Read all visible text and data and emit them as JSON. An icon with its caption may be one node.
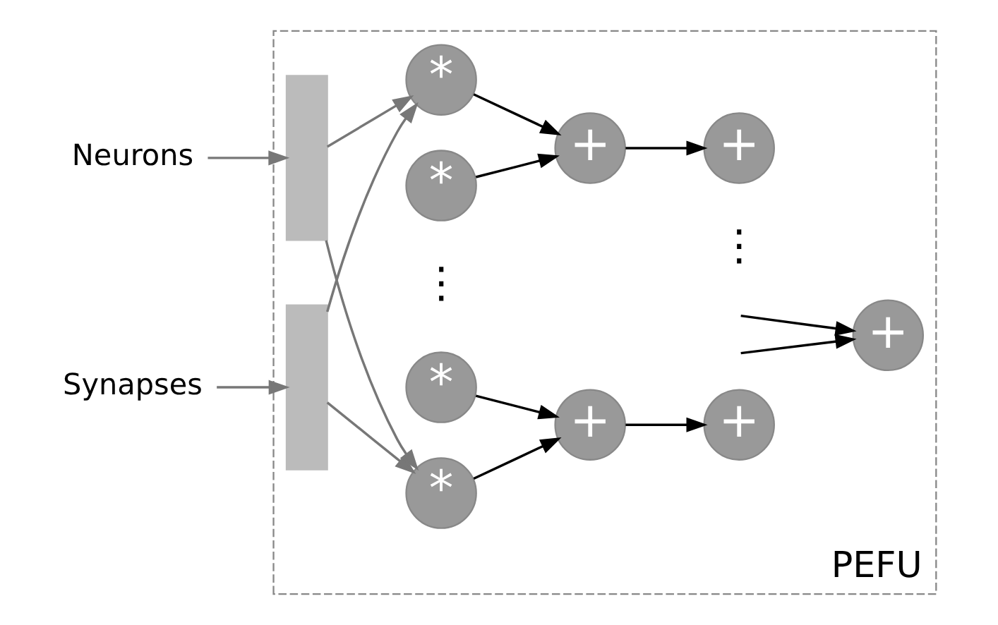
{
  "diagram": {
    "nodes": [
      {
        "text": [
          "PEFU"
        ]
      },
      {
        "text": [
          "Neurons"
        ]
      },
      {
        "text": [
          "Synapses"
        ]
      },
      {
        "text": [],
        "shape": "bar",
        "in": 0
      },
      {
        "text": [],
        "shape": "bar",
        "in": 0
      },
      {
        "text": [
          "*"
        ],
        "in": 0
      },
      {
        "text": [
          "*"
        ],
        "in": 0
      },
      {
        "text": [
          "*"
        ],
        "in": 0
      },
      {
        "text": [
          "*"
        ],
        "in": 0
      },
      {
        "text": [
          "+"
        ],
        "in": 0
      },
      {
        "text": [
          "+"
        ],
        "in": 0
      },
      {
        "text": [
          "+"
        ],
        "in": 0
      },
      {
        "text": [
          "+"
        ],
        "in": 0
      },
      {
        "text": [
          "+"
        ],
        "in": 0
      }
    ],
    "edges": [
      {
        "from": 1,
        "to": 3,
        "arrow": "to",
        "color": "#777777"
      },
      {
        "from": 2,
        "to": 4,
        "arrow": "to",
        "color": "#777777"
      },
      {
        "from": 3,
        "to": 5,
        "arrow": "to",
        "color": "#777777"
      },
      {
        "from": 3,
        "to": 8,
        "arrow": "to",
        "color": "#777777"
      },
      {
        "from": 4,
        "to": 5,
        "arrow": "to",
        "color": "#777777"
      },
      {
        "from": 4,
        "to": 8,
        "arrow": "to",
        "color": "#777777"
      },
      {
        "from": 5,
        "to": 9,
        "arrow": "to"
      },
      {
        "from": 6,
        "to": 9,
        "arrow": "to"
      },
      {
        "from": 7,
        "to": 11,
        "arrow": "to"
      },
      {
        "from": 8,
        "to": 11,
        "arrow": "to"
      },
      {
        "from": 9,
        "to": 10,
        "arrow": "to"
      },
      {
        "from": 11,
        "to": 12,
        "arrow": "to"
      },
      {
        "from": null,
        "to": 13,
        "arrow": "to"
      },
      {
        "from": null,
        "to": 13,
        "arrow": "to"
      }
    ],
    "labels": [
      "⋮",
      "⋮"
    ]
  }
}
